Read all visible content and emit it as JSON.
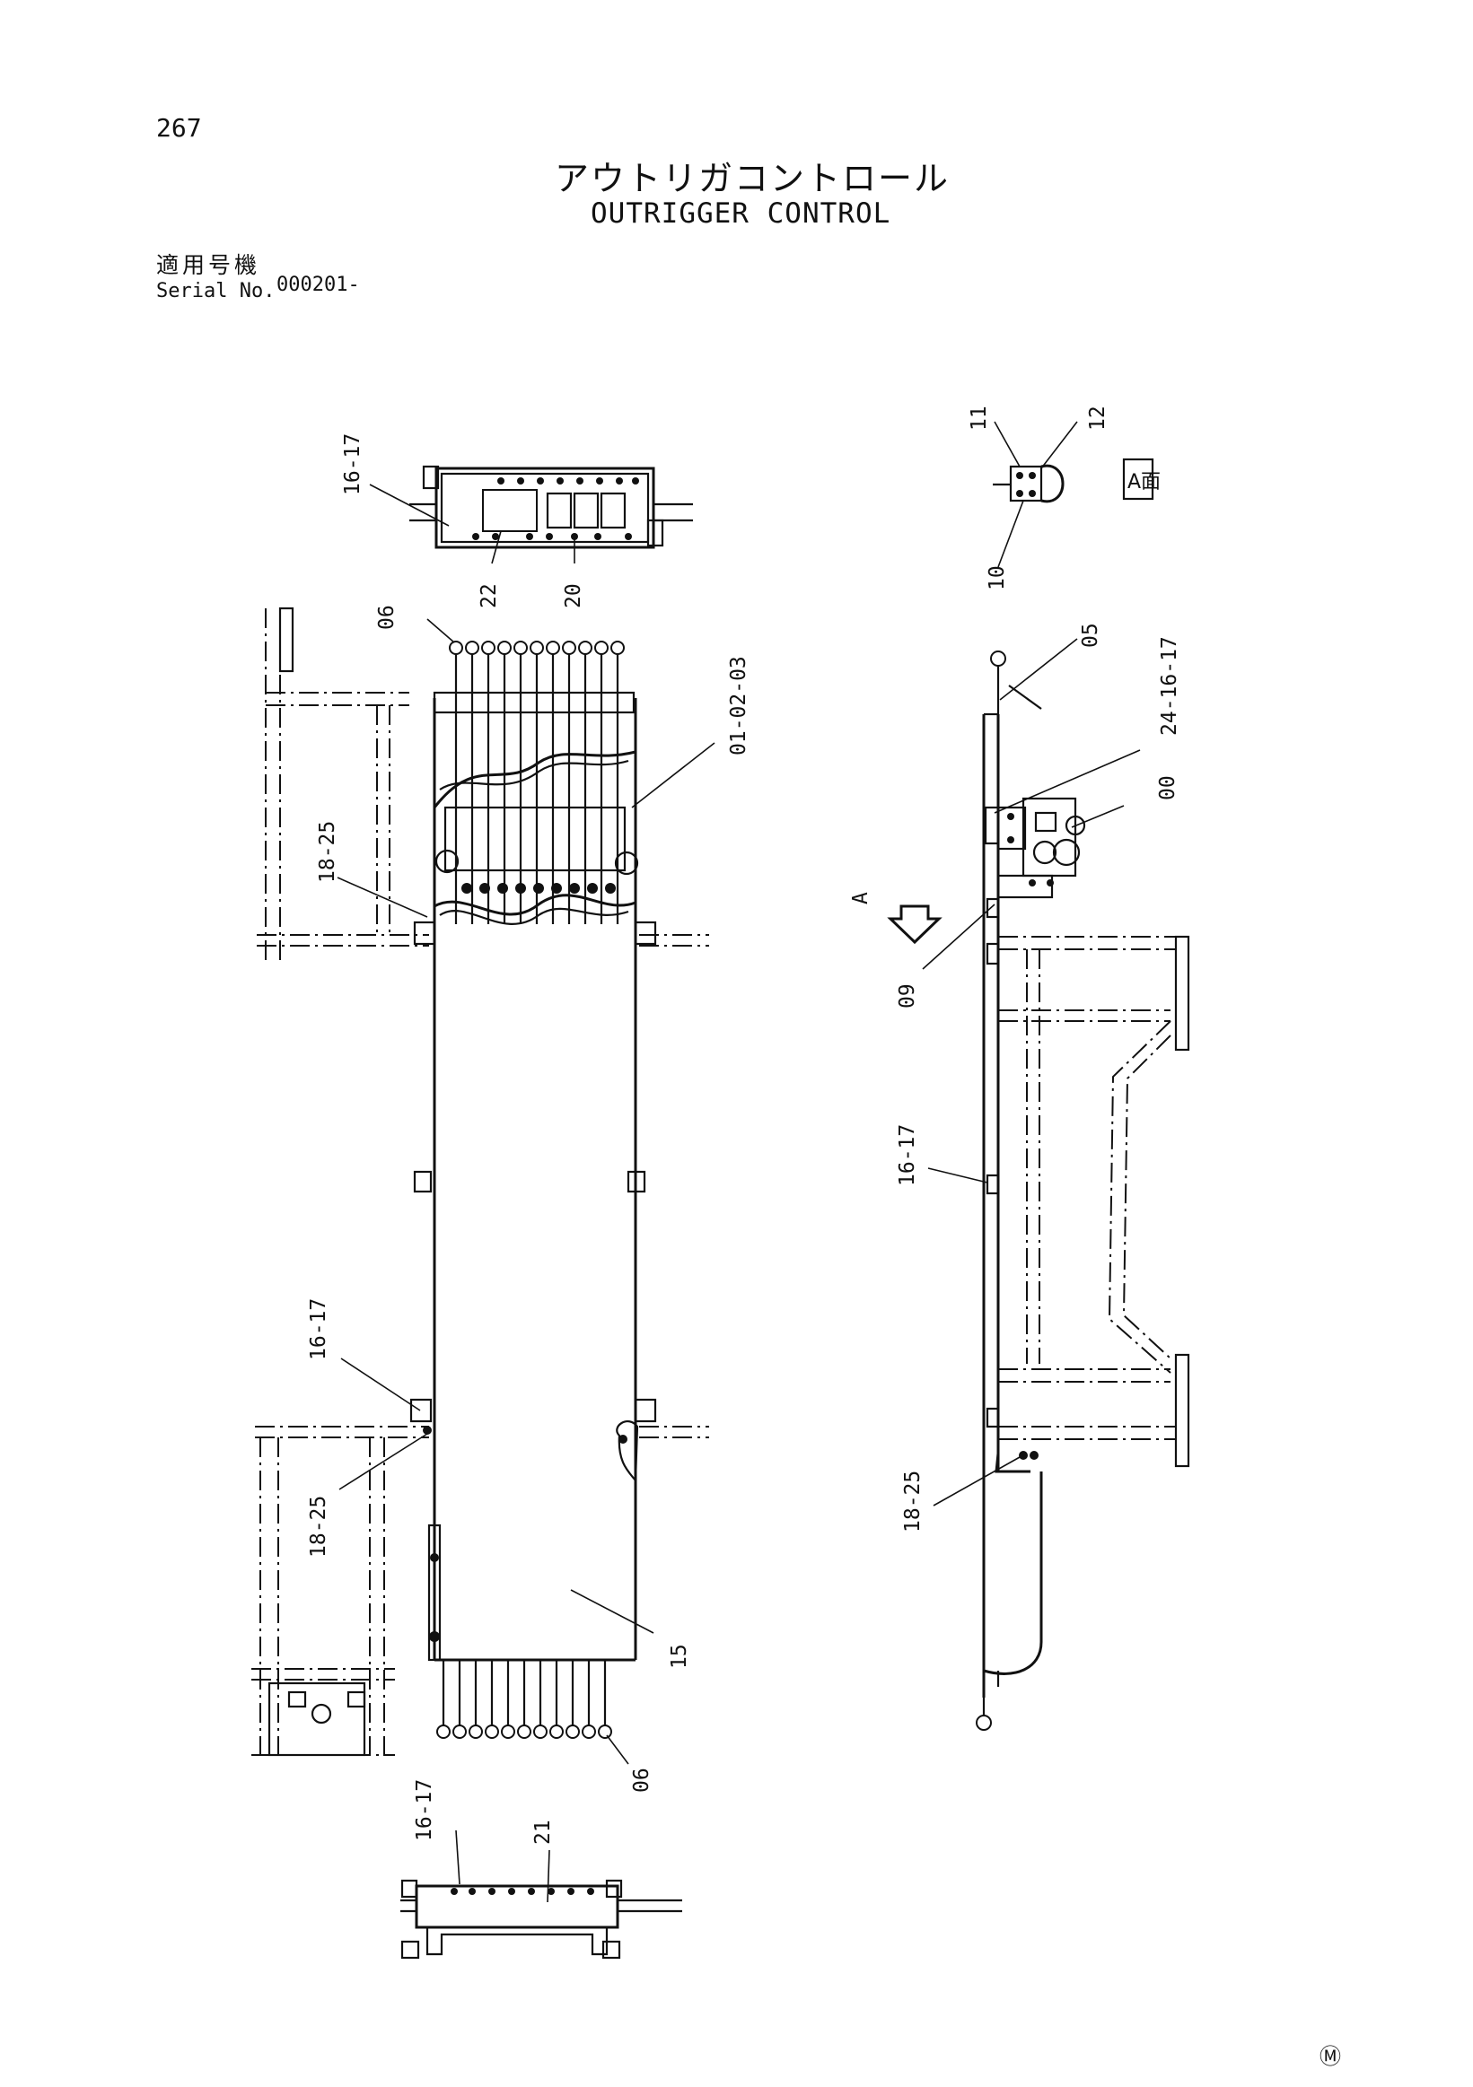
{
  "header": {
    "page_number": "267",
    "title_ja": "アウトリガコントロール",
    "title_en": "OUTRIGGER CONTROL",
    "serial_label_ja": "適用号機",
    "serial_label_en": "Serial No.",
    "serial_value": "000201-"
  },
  "view_label": "A面",
  "view_arrow_label": "A",
  "callouts": {
    "top_box_1617": "16-17",
    "top_box_22": "22",
    "top_box_20": "20",
    "top_lever_06": "06",
    "lever_assy": "01-02-03",
    "left_1825_upper": "18-25",
    "left_1617_lower": "16-17",
    "left_1825_lower": "18-25",
    "cover_15": "15",
    "bottom_lever_06": "06",
    "bottom_box_1617": "16-17",
    "bottom_box_21": "21",
    "detail_11": "11",
    "detail_12": "12",
    "detail_10": "10",
    "side_05": "05",
    "side_241617": "24-16-17",
    "side_00": "00",
    "side_09": "09",
    "side_1617": "16-17",
    "side_1825": "18-25"
  },
  "footer_mark": "Ⓜ"
}
